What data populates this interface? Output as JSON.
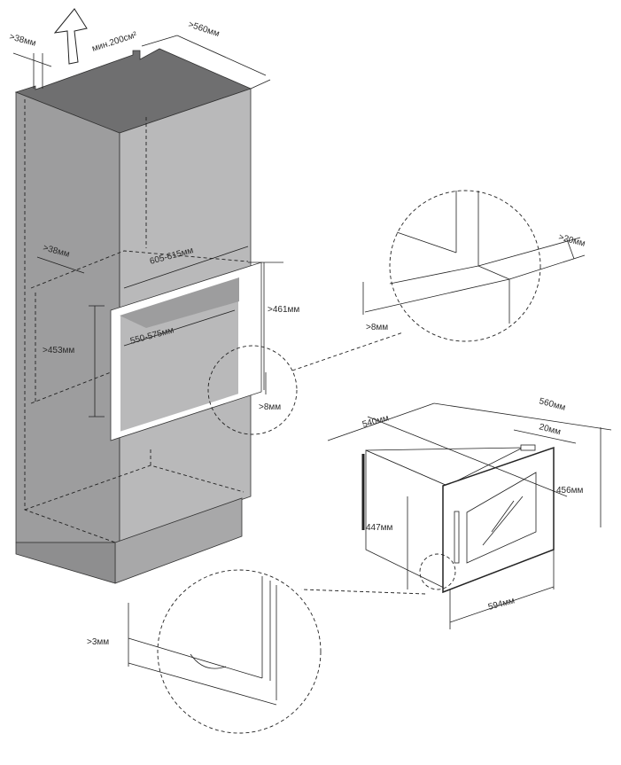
{
  "labels": {
    "top_gap": ">38мм",
    "vent_area": "мин.200см²",
    "depth_top": ">560мм",
    "side_gap": ">38мм",
    "niche_width": "605-615мм",
    "niche_height": ">461мм",
    "inner_width": "550-575мм",
    "inner_height": ">453мм",
    "bottom_gap": ">8мм",
    "detail_side_gap": ">20мм",
    "detail_bottom_gap": ">8мм",
    "appliance_depth": "540мм",
    "appliance_total_depth": "560мм",
    "door_thickness": "20мм",
    "appliance_height": "456мм",
    "body_height": "447мм",
    "appliance_width": "594мм",
    "door_gap": ">3мм"
  },
  "colors": {
    "cabinet_top": "#6f6f70",
    "cabinet_side": "#9d9d9e",
    "cabinet_front": "#b9b9ba"
  }
}
